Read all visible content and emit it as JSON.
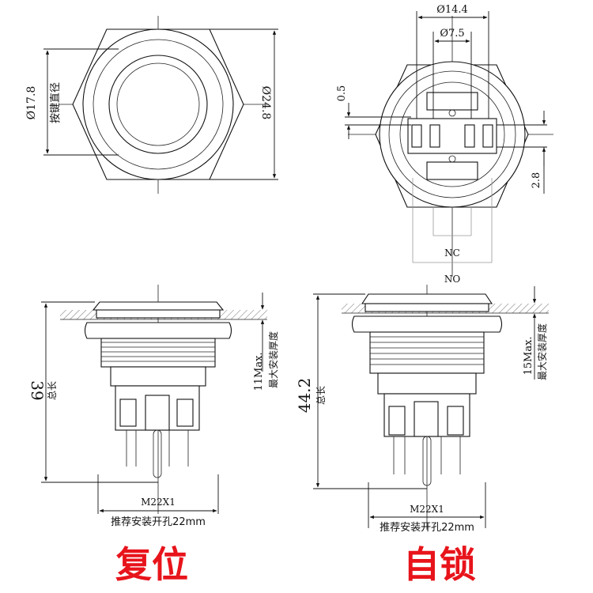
{
  "top_left": {
    "dim_button_diameter": "Ø17.8",
    "label_button_diameter": "按键直径",
    "dim_hex_diameter": "Ø24.8"
  },
  "top_right": {
    "dim_outer": "Ø14.4",
    "dim_inner": "Ø7.5",
    "dim_offset": "0.5",
    "dim_pitch": "2.8",
    "label_nc": "NC",
    "label_no": "NO"
  },
  "side_left": {
    "dim_total": "39",
    "label_total": "总长",
    "dim_panel": "11Max.",
    "label_panel": "最大安装厚度",
    "thread": "M22X1",
    "mount_hole": "推荐安装开孔22mm"
  },
  "side_right": {
    "dim_total": "44.2",
    "label_total": "总长",
    "dim_panel": "15Max.",
    "label_panel": "最大安装厚度",
    "thread": "M22X1",
    "mount_hole": "推荐安装开孔22mm"
  },
  "captions": {
    "reset": "复位",
    "latch": "自锁"
  }
}
